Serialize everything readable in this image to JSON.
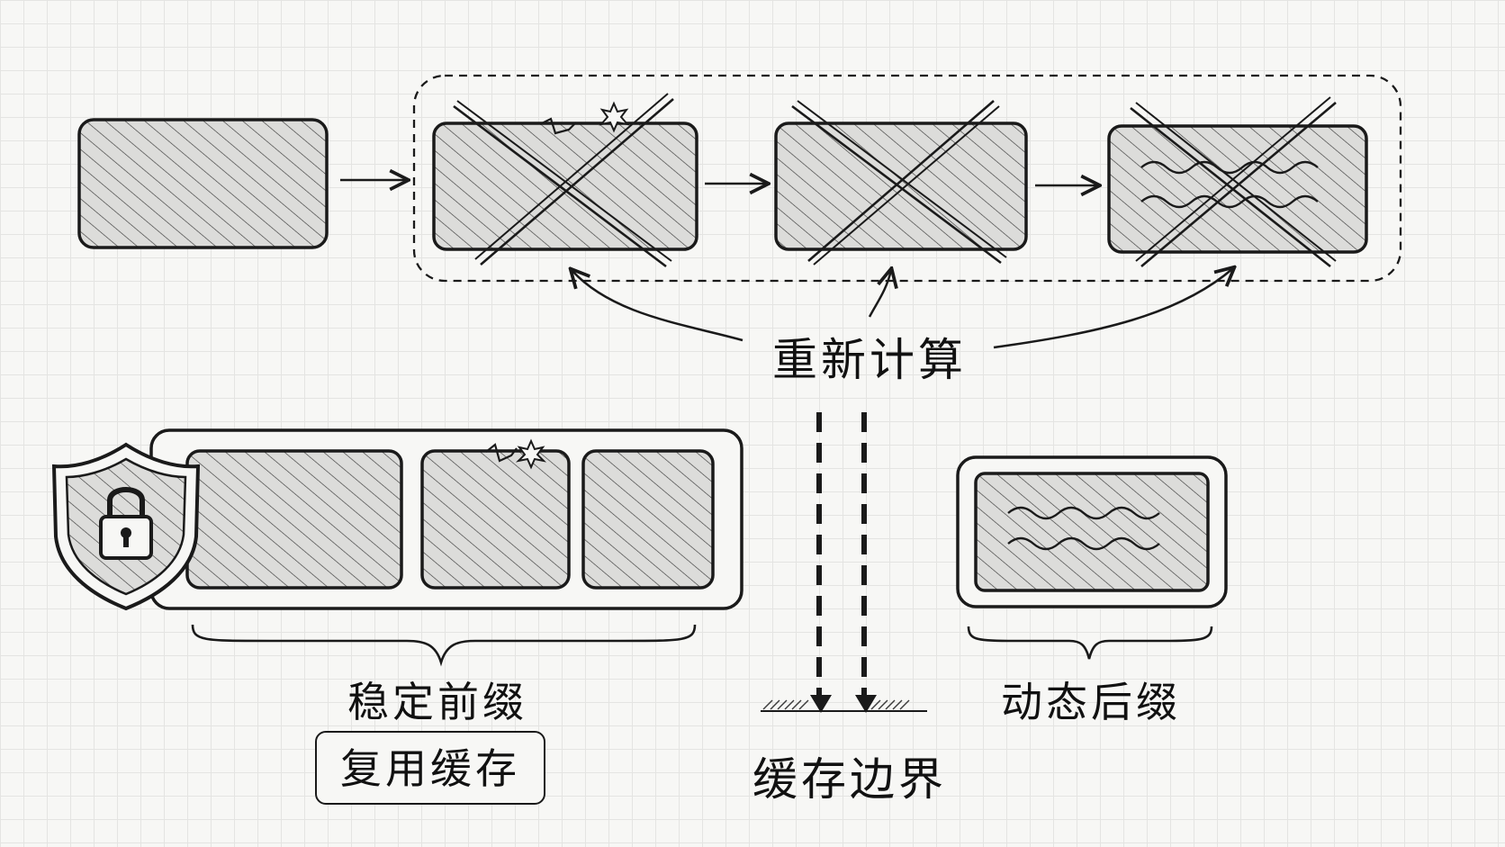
{
  "labels": {
    "recompute": "重新计算",
    "stable_prefix": "稳定前缀",
    "reuse_cache": "复用缓存",
    "cache_boundary": "缓存边界",
    "dynamic_suffix": "动态后缀"
  },
  "icons": {
    "shield": "shield-lock-icon",
    "crack": "crack-spark-icon",
    "wavy": "wavy-lines-icon"
  },
  "colors": {
    "ink": "#1a1a1a",
    "paper": "#f7f7f5",
    "block_fill": "#dcdcda",
    "grid": "#e4e4e2"
  }
}
